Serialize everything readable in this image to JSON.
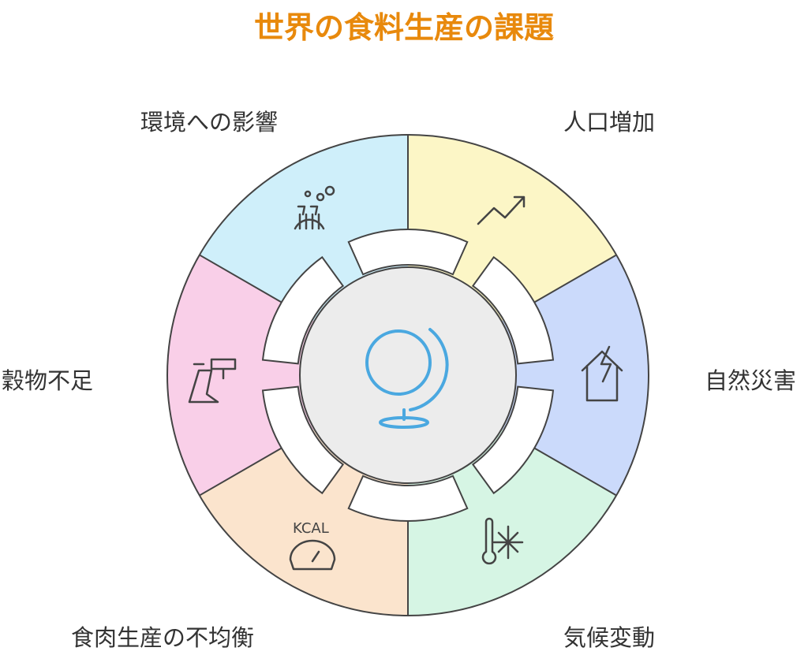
{
  "title": "世界の食料生産の課題",
  "center_icon": "globe-icon",
  "segments": [
    {
      "label": "人口増加",
      "icon": "trend-up-icon",
      "color": "#fcf6c6"
    },
    {
      "label": "自然災害",
      "icon": "house-lightning-icon",
      "color": "#cbdafb"
    },
    {
      "label": "気候変動",
      "icon": "thermometer-snowflake-icon",
      "color": "#d6f5e4"
    },
    {
      "label": "食肉生産の不均衡",
      "icon": "kcal-scale-icon",
      "color": "#fbe4cd"
    },
    {
      "label": "穀物不足",
      "icon": "harvester-icon",
      "color": "#f9cfe8"
    },
    {
      "label": "環境への影響",
      "icon": "factory-smoke-icon",
      "color": "#cfeffa"
    }
  ],
  "kcal_text": "KCAL",
  "accent": "#4aa8e0"
}
